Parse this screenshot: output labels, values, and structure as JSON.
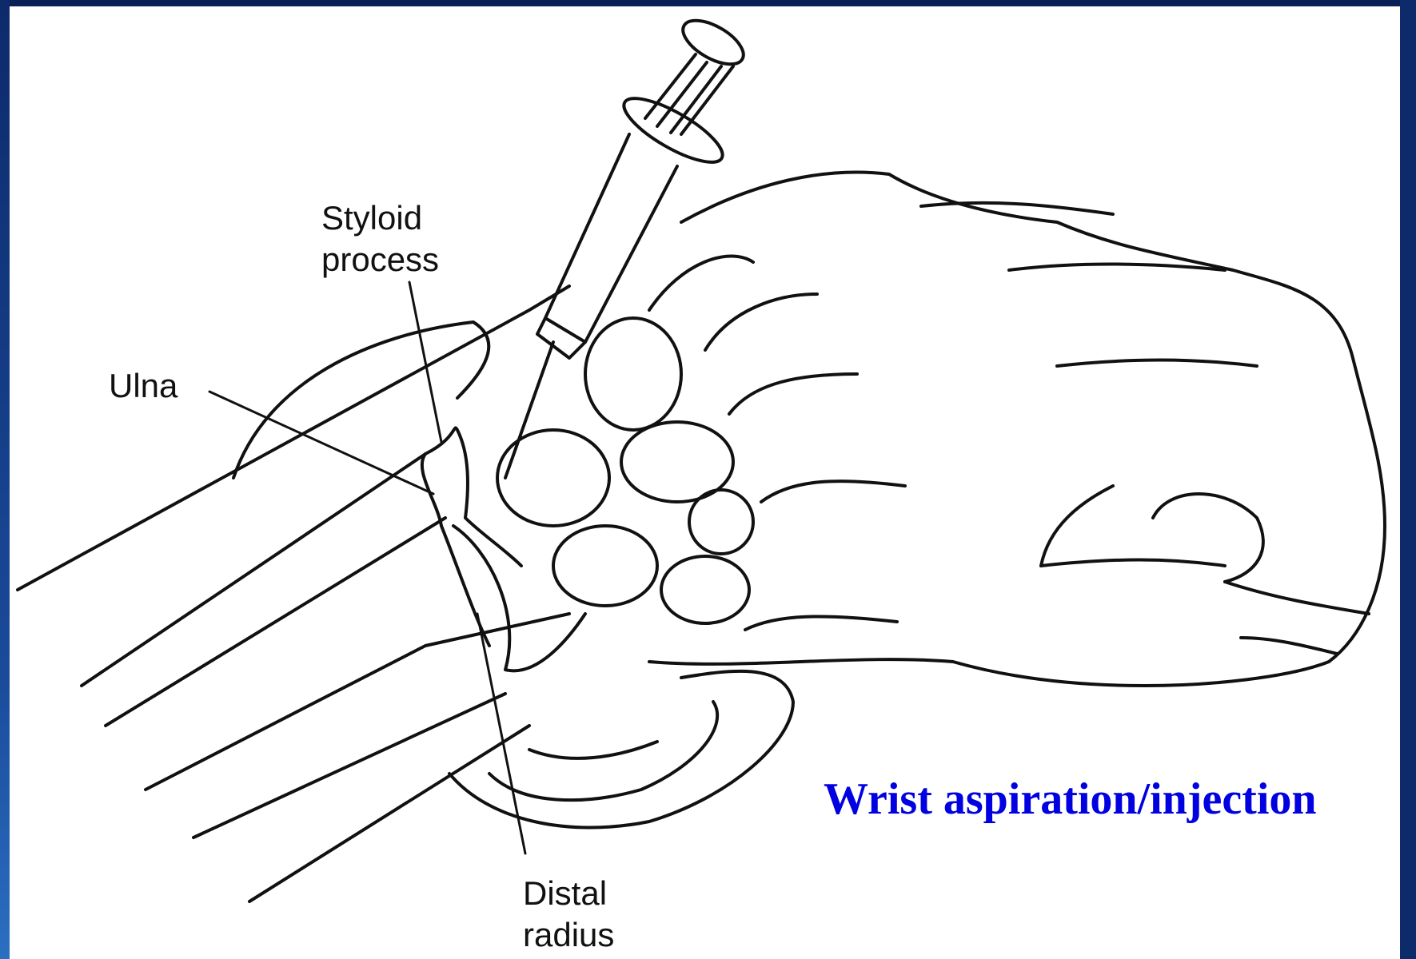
{
  "slide": {
    "caption": "Wrist aspiration/injection",
    "caption_color": "#0000e0",
    "frame_color": "#0d2a6b"
  },
  "diagram": {
    "labels": {
      "styloid_line1": "Styloid",
      "styloid_line2": "process",
      "ulna": "Ulna",
      "distal_line1": "Distal",
      "distal_line2": "radius"
    }
  }
}
